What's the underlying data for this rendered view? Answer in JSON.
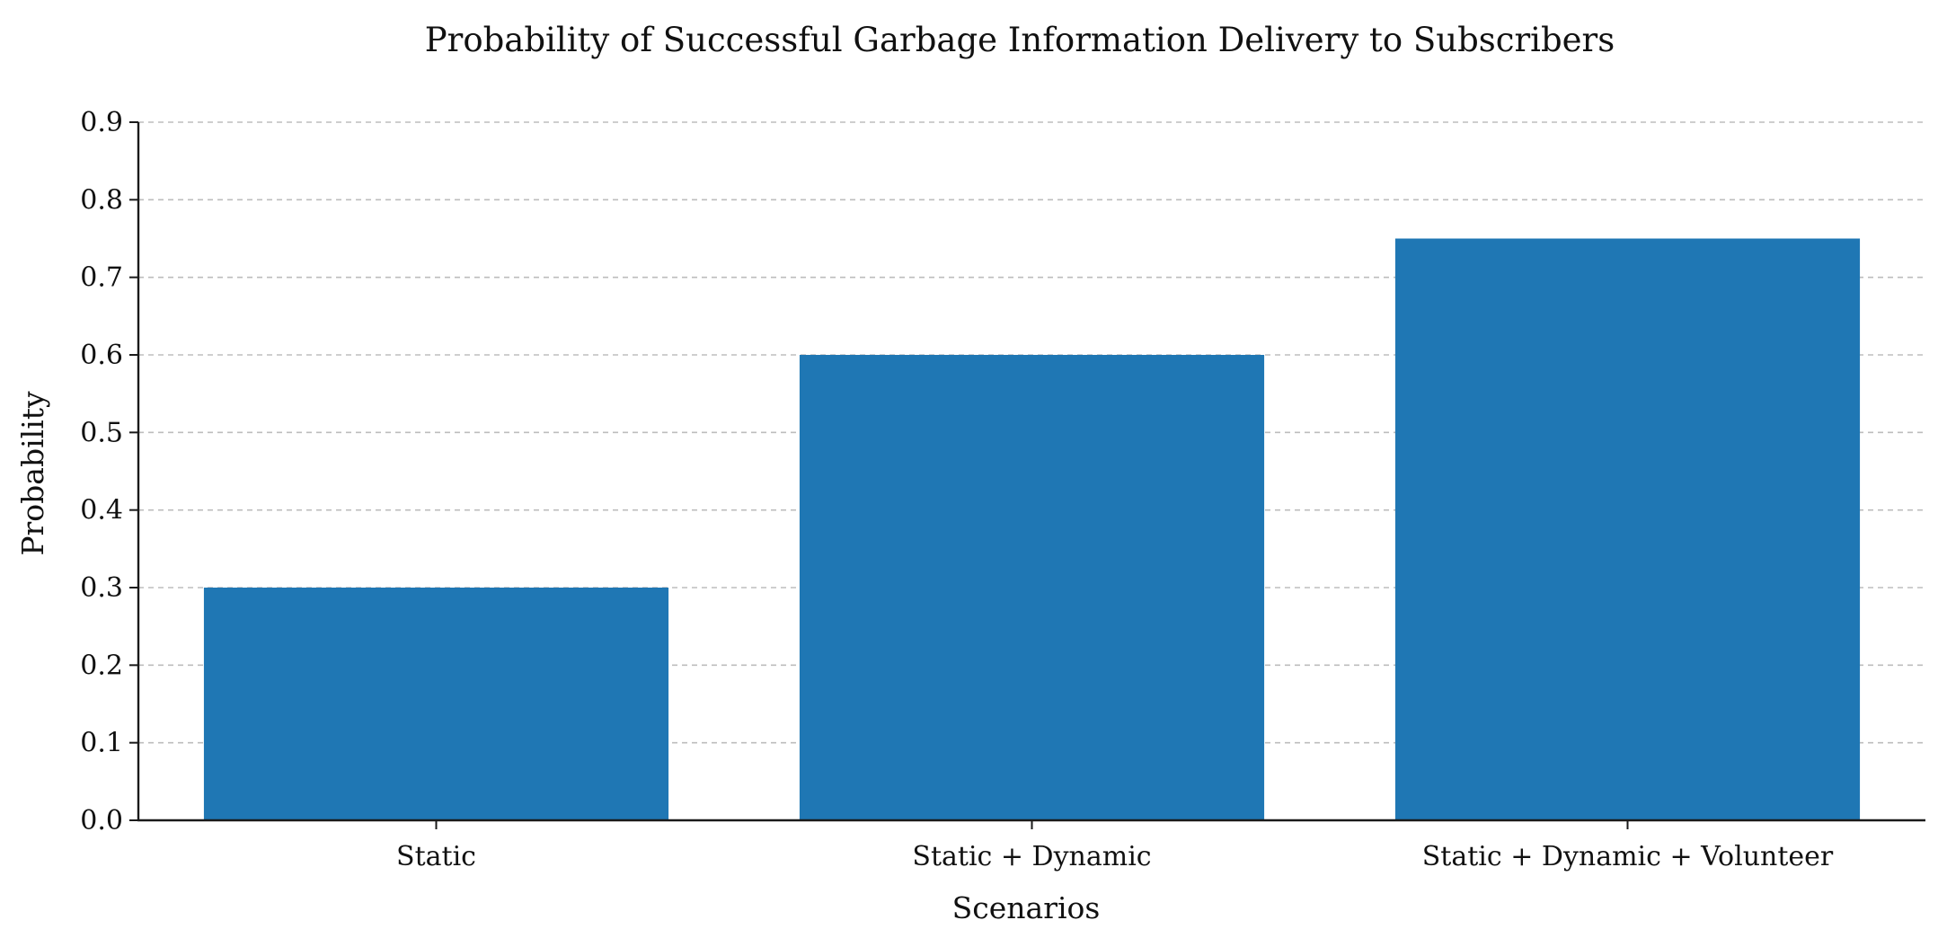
{
  "chart_data": {
    "type": "bar",
    "title": "Probability of Successful Garbage Information Delivery to Subscribers",
    "xlabel": "Scenarios",
    "ylabel": "Probability",
    "categories": [
      "Static",
      "Static + Dynamic",
      "Static + Dynamic + Volunteer"
    ],
    "values": [
      0.3,
      0.6,
      0.75
    ],
    "ylim": [
      0,
      0.9
    ],
    "yticks": [
      "0.0",
      "0.1",
      "0.2",
      "0.3",
      "0.4",
      "0.5",
      "0.6",
      "0.7",
      "0.8",
      "0.9"
    ],
    "grid": "y-dashed",
    "legend": "none",
    "bar_color": "#1f77b4"
  }
}
